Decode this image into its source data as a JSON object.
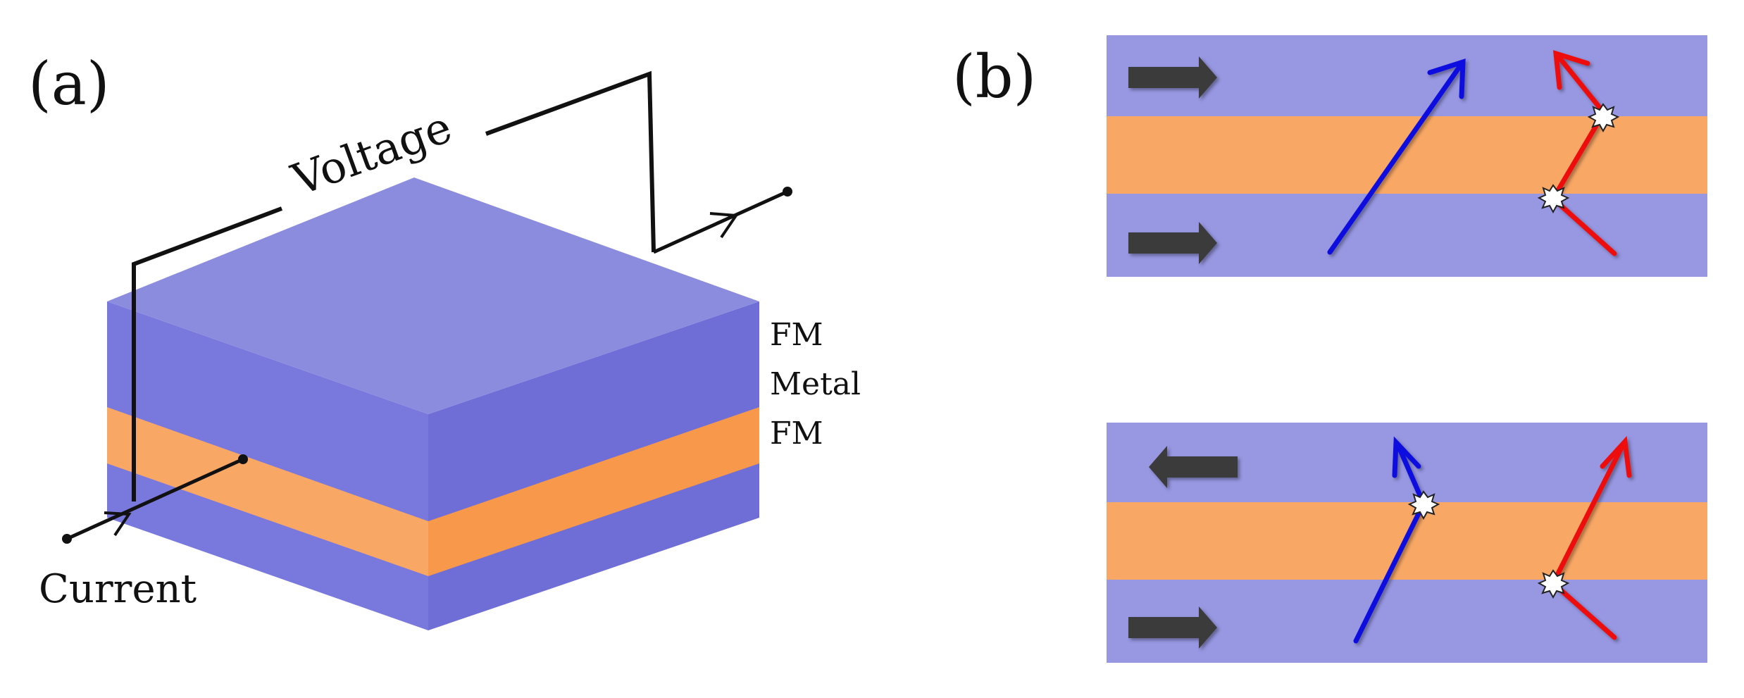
{
  "panel_a": {
    "label": "(a)",
    "voltage_label": "Voltage",
    "current_label": "Current",
    "layers": [
      "FM",
      "Metal",
      "FM"
    ]
  },
  "panel_b": {
    "label": "(b)",
    "configurations": [
      {
        "top_magnetization": "right",
        "bottom_magnetization": "right",
        "blue_path": "straight",
        "red_path": "scattered"
      },
      {
        "top_magnetization": "left",
        "bottom_magnetization": "right",
        "blue_path": "scattered",
        "red_path": "scattered"
      }
    ]
  },
  "colors": {
    "fm_layer": "#9797e2",
    "fm_top_face": "#8c8cdf",
    "fm_side_front": "#7878dd",
    "fm_side_right": "#6e6ed6",
    "metal_layer": "#f8a765",
    "metal_side": "#f7984b",
    "magnetization_arrow": "#3b3b3b",
    "spin_up_electron": "#1010e0",
    "spin_down_electron": "#ee1111",
    "wire": "#111111"
  }
}
